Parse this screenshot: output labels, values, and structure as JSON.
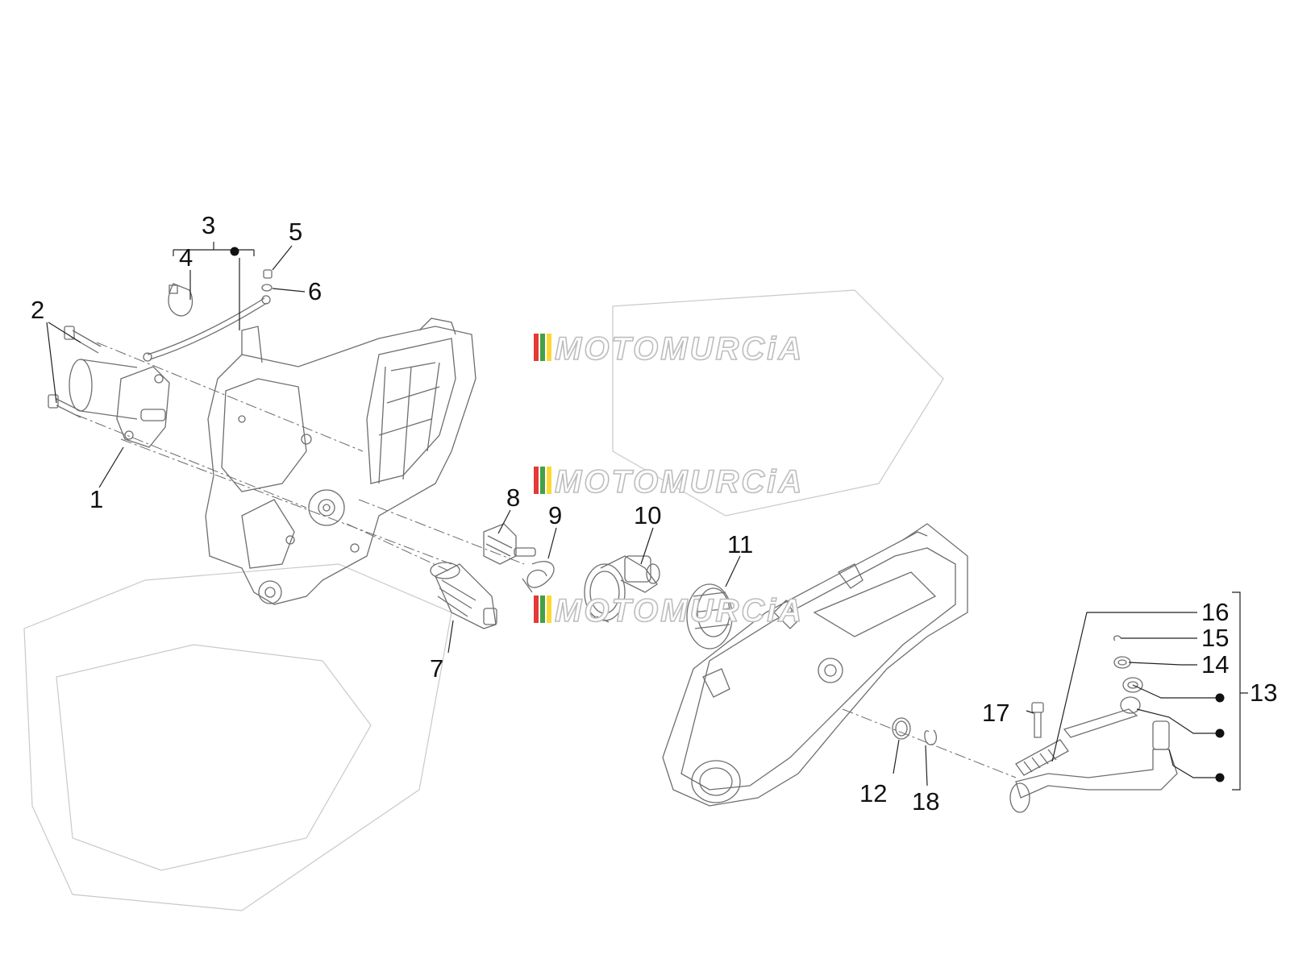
{
  "callouts": [
    "1",
    "2",
    "3",
    "4",
    "5",
    "6",
    "7",
    "8",
    "9",
    "10",
    "11",
    "12",
    "13",
    "14",
    "15",
    "16",
    "17",
    "18"
  ],
  "watermark": "MOTOMURCiA",
  "watermark_colors": [
    "#e53935",
    "#43a047",
    "#fdd835",
    "#bdbdbd"
  ]
}
